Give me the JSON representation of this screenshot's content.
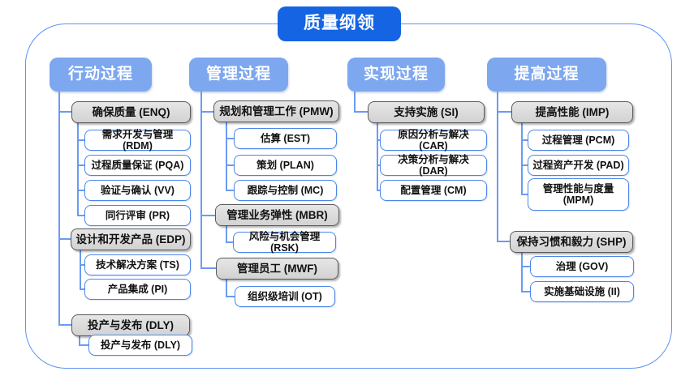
{
  "title": "质量纲领",
  "columns": [
    {
      "header": "行动过程",
      "groups": [
        {
          "label": "确保质量 (ENQ)",
          "children": [
            "需求开发与管理 (RDM)",
            "过程质量保证 (PQA)",
            "验证与确认 (VV)",
            "同行评审 (PR)"
          ]
        },
        {
          "label": "设计和开发产品 (EDP)",
          "children": [
            "技术解决方案 (TS)",
            "产品集成 (PI)"
          ]
        },
        {
          "label": "投产与发布 (DLY)",
          "children": [
            "投产与发布 (DLY)"
          ]
        }
      ]
    },
    {
      "header": "管理过程",
      "groups": [
        {
          "label": "规划和管理工作 (PMW)",
          "children": [
            "估算 (EST)",
            "策划 (PLAN)",
            "跟踪与控制 (MC)"
          ]
        },
        {
          "label": "管理业务弹性 (MBR)",
          "children": [
            "风险与机会管理 (RSK)"
          ]
        },
        {
          "label": "管理员工 (MWF)",
          "children": [
            "组织级培训 (OT)"
          ]
        }
      ]
    },
    {
      "header": "实现过程",
      "groups": [
        {
          "label": "支持实施 (SI)",
          "children": [
            "原因分析与解决 (CAR)",
            "决策分析与解决 (DAR)",
            "配置管理 (CM)"
          ]
        }
      ]
    },
    {
      "header": "提高过程",
      "groups": [
        {
          "label": "提高性能 (IMP)",
          "children": [
            "过程管理 (PCM)",
            "过程资产开发 (PAD)",
            "管理性能与度量 (MPM)"
          ]
        },
        {
          "label": "保持习惯和毅力 (SHP)",
          "children": [
            "治理 (GOV)",
            "实施基础设施 (II)"
          ]
        }
      ]
    }
  ],
  "colors": {
    "root_fill": "#1464e4",
    "header_fill": "#7da7ee",
    "group_fill": "#d9d9d9",
    "group_border": "#595959",
    "leaf_border": "#4a86e8",
    "connector": "#6b9bf2",
    "text": "#111111"
  }
}
